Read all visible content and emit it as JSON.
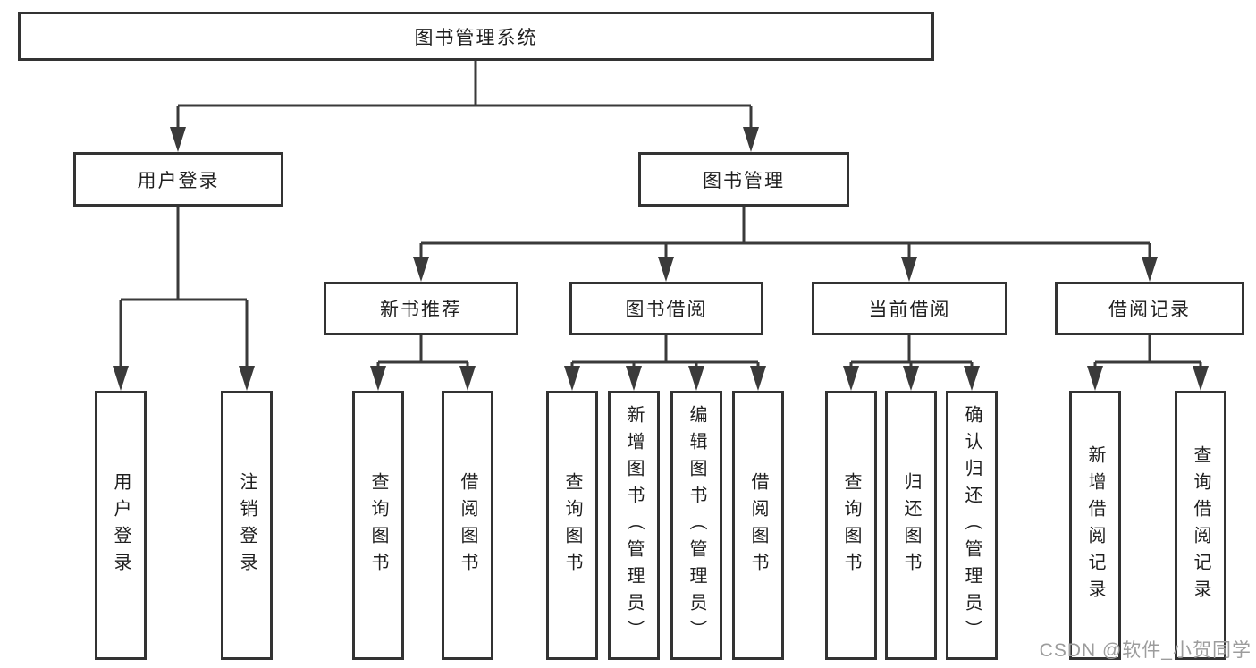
{
  "diagram": {
    "root": {
      "label": "图书管理系统"
    },
    "level2": [
      {
        "id": "user-login",
        "label": "用户登录"
      },
      {
        "id": "book-management",
        "label": "图书管理"
      }
    ],
    "level3": [
      {
        "id": "new-book-recommendation",
        "parent": "图书管理",
        "label": "新书推荐"
      },
      {
        "id": "book-borrowing",
        "parent": "图书管理",
        "label": "图书借阅"
      },
      {
        "id": "current-borrowing",
        "parent": "图书管理",
        "label": "当前借阅"
      },
      {
        "id": "borrowing-records",
        "parent": "图书管理",
        "label": "借阅记录"
      }
    ],
    "leaves": [
      {
        "parent": "用户登录",
        "label": "用户登录"
      },
      {
        "parent": "用户登录",
        "label": "注销登录"
      },
      {
        "parent": "新书推荐",
        "label": "查询图书"
      },
      {
        "parent": "新书推荐",
        "label": "借阅图书"
      },
      {
        "parent": "图书借阅",
        "label": "查询图书"
      },
      {
        "parent": "图书借阅",
        "label": "新增图书（管理员）"
      },
      {
        "parent": "图书借阅",
        "label": "编辑图书（管理员）"
      },
      {
        "parent": "图书借阅",
        "label": "借阅图书"
      },
      {
        "parent": "当前借阅",
        "label": "查询图书"
      },
      {
        "parent": "当前借阅",
        "label": "归还图书"
      },
      {
        "parent": "当前借阅",
        "label": "确认归还（管理员）"
      },
      {
        "parent": "借阅记录",
        "label": "新增借阅记录"
      },
      {
        "parent": "借阅记录",
        "label": "查询借阅记录"
      }
    ],
    "watermark": "CSDN @软件_小贺同学",
    "colors": {
      "line": "#3a3a3a",
      "box_border": "#333333",
      "text": "#1f1f1f",
      "watermark": "#9c9c9c",
      "background": "#ffffff"
    }
  }
}
